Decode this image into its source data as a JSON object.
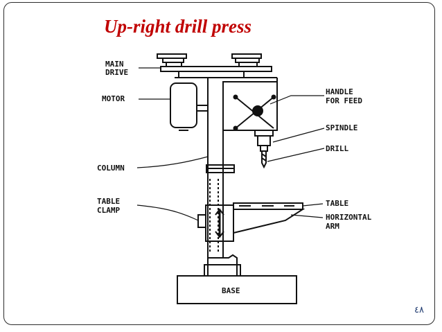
{
  "slide": {
    "title": "Up-right drill press",
    "page_number": "٤٨"
  },
  "diagram": {
    "labels": {
      "main_drive_1": "MAIN",
      "main_drive_2": "DRIVE",
      "motor": "MOTOR",
      "handle_1": "HANDLE",
      "handle_2": "FOR FEED",
      "spindle": "SPINDLE",
      "drill": "DRILL",
      "column": "COLUMN",
      "table_clamp_1": "TABLE",
      "table_clamp_2": "CLAMP",
      "table": "TABLE",
      "horizontal_arm_1": "HORIZONTAL",
      "horizontal_arm_2": "ARM",
      "base": "BASE"
    }
  }
}
